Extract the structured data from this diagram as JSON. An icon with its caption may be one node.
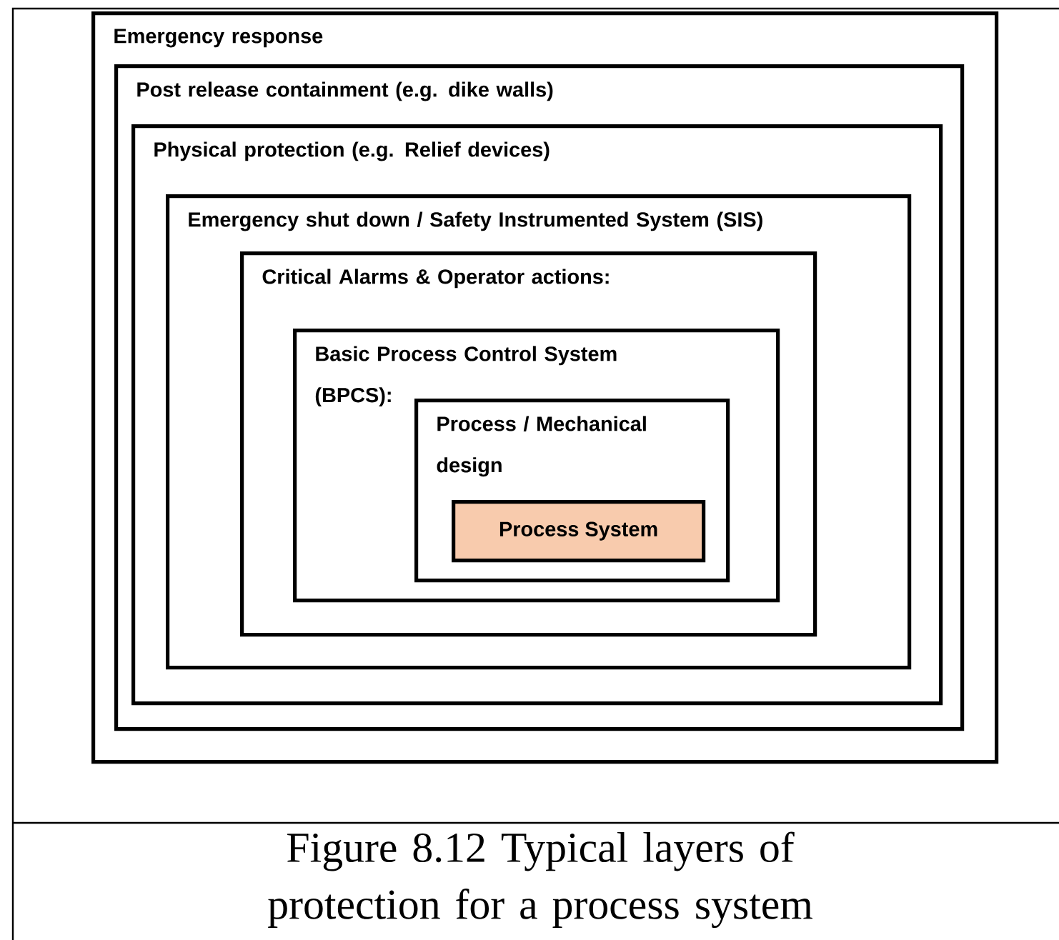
{
  "diagram": {
    "caption": "Figure 8.12 Typical layers of protection for a process system",
    "nodes": [
      {
        "text": [
          "Emergency response"
        ]
      },
      {
        "text": [
          "Post release containment (e.g. dike walls)"
        ],
        "in": 0
      },
      {
        "text": [
          "Physical protection (e.g. Relief devices)"
        ],
        "in": 1
      },
      {
        "text": [
          "Emergency shut down / Safety Instrumented System (SIS)"
        ],
        "in": 2
      },
      {
        "text": [
          "Critical Alarms & Operator actions:"
        ],
        "in": 3
      },
      {
        "text": [
          "Basic Process Control System (BPCS):"
        ],
        "in": 4
      },
      {
        "text": [
          "Process / Mechanical design"
        ],
        "in": 5
      },
      {
        "text": [
          "Process System"
        ],
        "in": 6
      }
    ]
  }
}
